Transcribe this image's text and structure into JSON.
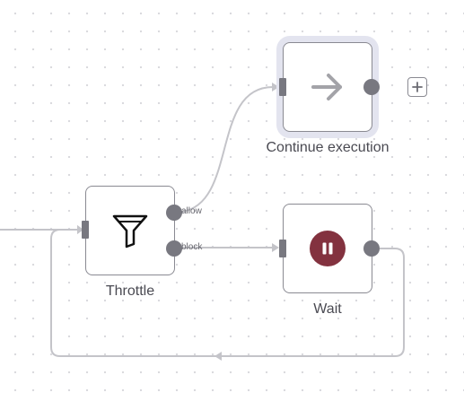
{
  "nodes": {
    "throttle": {
      "label": "Throttle",
      "icon": "filter-icon",
      "outputs": {
        "allow": "allow",
        "block": "block"
      }
    },
    "continue_execution": {
      "label": "Continue execution",
      "icon": "arrow-right-icon",
      "state": "selected"
    },
    "wait": {
      "label": "Wait",
      "icon": "pause-icon",
      "icon_color": "#83323f"
    }
  },
  "canvas": {
    "add_node_button": "add-node-button"
  }
}
